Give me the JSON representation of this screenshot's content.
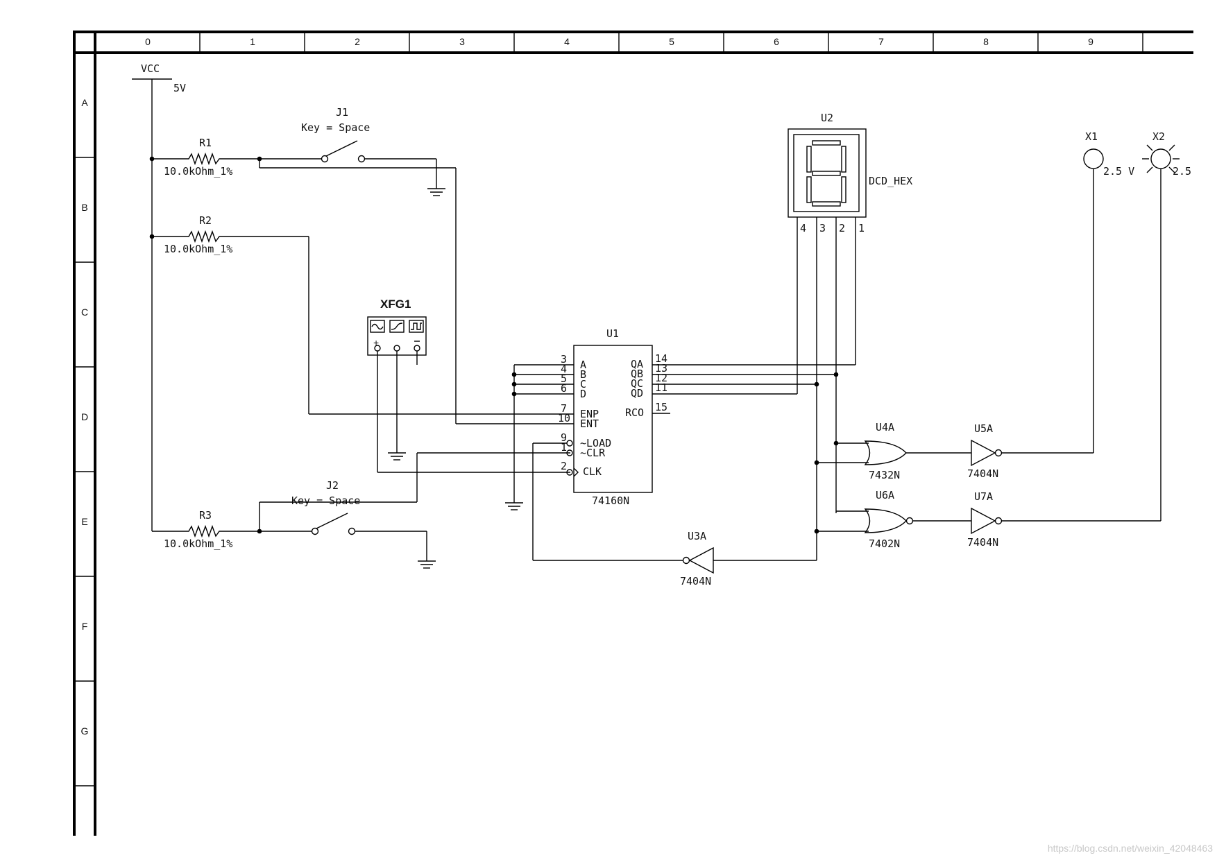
{
  "ruler": {
    "columns": [
      "0",
      "1",
      "2",
      "3",
      "4",
      "5",
      "6",
      "7",
      "8",
      "9"
    ],
    "rows": [
      "A",
      "B",
      "C",
      "D",
      "E",
      "F",
      "G"
    ]
  },
  "vcc": {
    "name": "VCC",
    "value": "5V"
  },
  "resistors": [
    {
      "ref": "R1",
      "value": "10.0kOhm_1%"
    },
    {
      "ref": "R2",
      "value": "10.0kOhm_1%"
    },
    {
      "ref": "R3",
      "value": "10.0kOhm_1%"
    }
  ],
  "switches": [
    {
      "ref": "J1",
      "key": "Key = Space"
    },
    {
      "ref": "J2",
      "key": "Key = Space"
    }
  ],
  "function_generator": {
    "ref": "XFG1",
    "terminals": [
      "+",
      "",
      ""
    ]
  },
  "counter": {
    "ref": "U1",
    "part": "74160N",
    "left_pins": [
      {
        "num": "3",
        "name": "A"
      },
      {
        "num": "4",
        "name": "B"
      },
      {
        "num": "5",
        "name": "C"
      },
      {
        "num": "6",
        "name": "D"
      },
      {
        "num": "7",
        "name": "ENP"
      },
      {
        "num": "10",
        "name": "ENT"
      },
      {
        "num": "9",
        "name": "~LOAD"
      },
      {
        "num": "1",
        "name": "~CLR"
      },
      {
        "num": "2",
        "name": "CLK"
      }
    ],
    "right_pins": [
      {
        "num": "14",
        "name": "QA"
      },
      {
        "num": "13",
        "name": "QB"
      },
      {
        "num": "12",
        "name": "QC"
      },
      {
        "num": "11",
        "name": "QD"
      },
      {
        "num": "15",
        "name": "RCO"
      }
    ]
  },
  "display": {
    "ref": "U2",
    "part": "DCD_HEX",
    "pins": [
      "4",
      "3",
      "2",
      "1"
    ]
  },
  "gates": [
    {
      "ref": "U4A",
      "part": "7432N"
    },
    {
      "ref": "U5A",
      "part": "7404N"
    },
    {
      "ref": "U6A",
      "part": "7402N"
    },
    {
      "ref": "U7A",
      "part": "7404N"
    },
    {
      "ref": "U3A",
      "part": "7404N"
    }
  ],
  "probes": [
    {
      "ref": "X1",
      "value": "2.5 V"
    },
    {
      "ref": "X2",
      "value": "2.5"
    }
  ],
  "watermark": "https://blog.csdn.net/weixin_42048463",
  "colors": {
    "line": "#000000",
    "background": "#ffffff",
    "watermark": "#c8c8c8"
  }
}
